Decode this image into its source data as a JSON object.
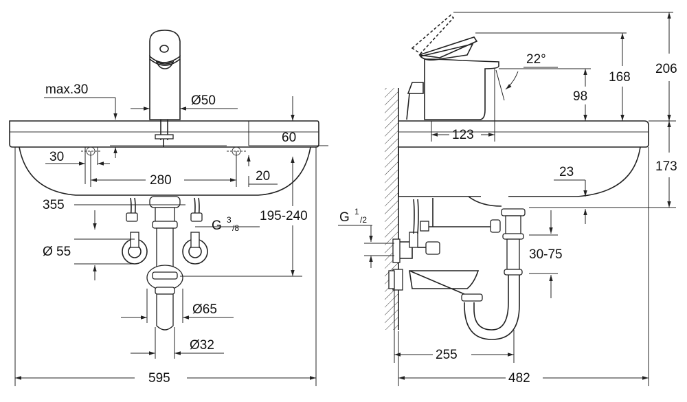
{
  "front_view": {
    "max_label": "max.30",
    "spout_diameter": "Ø50",
    "height_60": "60",
    "hole_30": "30",
    "hole_spacing": "280",
    "offset_20": "20",
    "width_355": "355",
    "thread_main": "G",
    "thread_sup": "3",
    "thread_sub": "/8",
    "range_195_240": "195-240",
    "rosette_55": "Ø 55",
    "trap_65": "Ø65",
    "pipe_32": "Ø32",
    "total_width": "595"
  },
  "side_view": {
    "angle": "22°",
    "height_168": "168",
    "height_206": "206",
    "height_98": "98",
    "reach_123": "123",
    "depth_173": "173",
    "depth_23": "23",
    "thread_main": "G",
    "thread_sup": "1",
    "thread_sub": "/2",
    "range_30_75": "30-75",
    "dist_255": "255",
    "total_depth": "482"
  }
}
